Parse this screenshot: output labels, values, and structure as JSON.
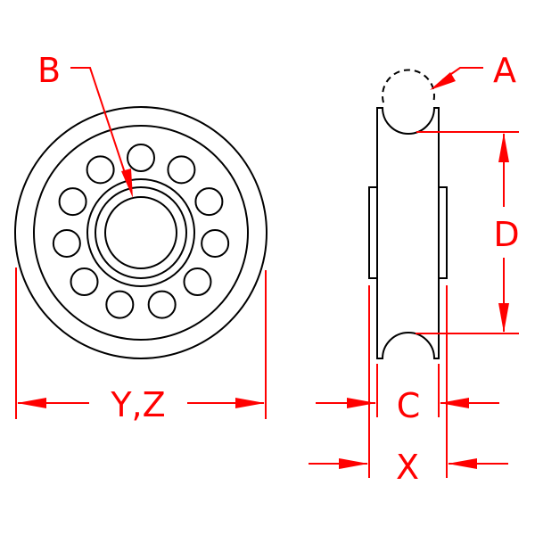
{
  "labels": {
    "a": "A",
    "b": "B",
    "d": "D",
    "c": "C",
    "x": "X",
    "yz": "Y,Z"
  },
  "front_view": {
    "hole_count": 11
  },
  "colors": {
    "dimension": "#ff0000",
    "outline": "#000000"
  }
}
